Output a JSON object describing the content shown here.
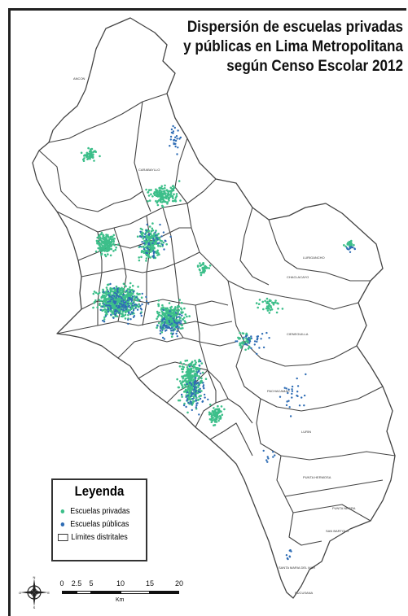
{
  "title": {
    "line1": "Dispersión de escuelas privadas",
    "line2": "y públicas en Lima Metropolitana",
    "line3": "según Censo Escolar 2012"
  },
  "legend": {
    "title": "Leyenda",
    "items": [
      {
        "label": "Escuelas privadas",
        "color": "#3dbf8a"
      },
      {
        "label": "Escuelas públicas",
        "color": "#2f6db5"
      },
      {
        "label": "Límites distritales",
        "color": "#333333"
      }
    ]
  },
  "scale": {
    "ticks": [
      "0",
      "2.5",
      "5",
      "10",
      "15",
      "20"
    ],
    "unit": "Km"
  },
  "compass": {
    "north": "N",
    "east": "E",
    "west": "O",
    "south": "S"
  },
  "districts": [
    "ANCON",
    "CARABAYLLO",
    "LURIGANCHO",
    "CHACLACAYO",
    "CIENEGUILLA",
    "PACHACAMAC",
    "LURIN",
    "PUNTA HERMOSA",
    "PUNTA NEGRA",
    "SAN BARTOLO",
    "SANTA MARIA DEL MAR",
    "PUCUSANA"
  ],
  "colors": {
    "private": "#3dbf8a",
    "public": "#2f6db5",
    "border": "#333333"
  }
}
